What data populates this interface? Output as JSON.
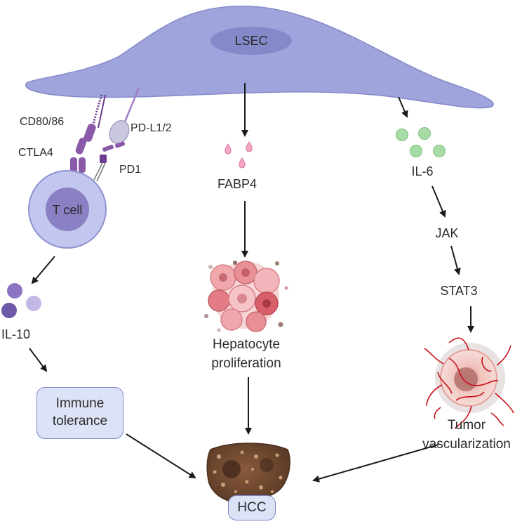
{
  "cell": {
    "lsec_label": "LSEC"
  },
  "receptors": {
    "cd80_86": "CD80/86",
    "ctla4": "CTLA4",
    "pdl": "PD-L1/2",
    "pd1": "PD1",
    "t_cell": "T cell"
  },
  "left_path": {
    "cytokine": "IL-10",
    "outcome_line1": "Immune",
    "outcome_line2": "tolerance"
  },
  "middle_path": {
    "factor": "FABP4",
    "outcome_line1": "Hepatocyte",
    "outcome_line2": "proliferation"
  },
  "right_path": {
    "cytokine": "IL-6",
    "kinase": "JAK",
    "transcription_factor": "STAT3",
    "outcome_line1": "Tumor",
    "outcome_line2": "vascularization"
  },
  "result": {
    "label": "HCC"
  },
  "colors": {
    "lsec": "#9fa4dc",
    "lsec_outline": "#8489c9",
    "receptor": "#8a5aa8",
    "t_cell": "#c3c6ee",
    "il10": "#8c74c2",
    "fabp4": "#f4a6c4",
    "il6": "#a8dca7",
    "box": "#dde3f7",
    "arrow": "#1a1a1a"
  }
}
